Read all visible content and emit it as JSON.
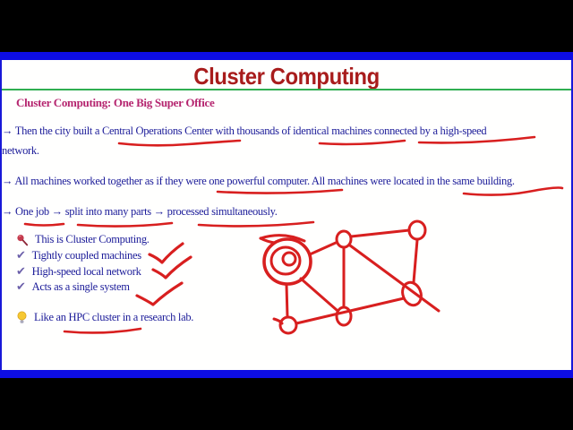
{
  "frame": {
    "top_bar": "letterbox-black",
    "bottom_bar": "letterbox-black",
    "accent_blue": "#0d0de4",
    "border_blue": "#1818d8",
    "green_line": "#2fae51"
  },
  "header": {
    "title": "Cluster Computing",
    "title_color": "#a81c1c"
  },
  "content": {
    "subtitle": "Cluster Computing: One Big Super Office",
    "subtitle_color": "#b5256f",
    "body_color": "#1c1c99",
    "bullets": [
      {
        "lines": [
          "→ Then the city built a Central Operations Center with thousands of identical machines connected by a high-speed",
          "network."
        ]
      },
      {
        "lines": [
          "→ All machines worked together as if they were one powerful computer. All machines were located in the same building."
        ]
      },
      {
        "lines": [
          "→ One job → split into many parts → processed simultaneously."
        ]
      }
    ],
    "checklist": [
      {
        "icon": "pushpin-icon",
        "text": "This is Cluster Computing."
      },
      {
        "icon": "check-icon",
        "glyph": "✔",
        "text": "Tightly coupled machines"
      },
      {
        "icon": "check-icon",
        "glyph": "✔",
        "text": "High-speed local network"
      },
      {
        "icon": "check-icon",
        "glyph": "✔",
        "text": "Acts as a single system"
      }
    ],
    "check_color": "#6c60aa",
    "tip": {
      "icon": "lightbulb-icon",
      "text": "Like an HPC cluster in a research lab."
    }
  },
  "annotations": {
    "ink_color": "#d81f1f",
    "underlined_phrases": [
      "Central Operations Center",
      "identical machines",
      "connected by a high-speed",
      "were one powerful computer",
      "in the same building",
      "One job",
      "split into many parts",
      "processed simultaneously",
      "HPC cluster in a"
    ],
    "handwritten_checks": 3,
    "diagram": "hand-drawn network graph: spiral hub node plus five circle nodes connected by straight edges"
  }
}
